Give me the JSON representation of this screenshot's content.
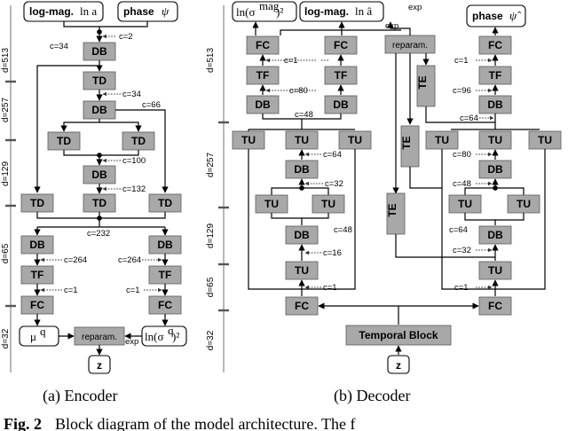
{
  "encoder": {
    "inputs": {
      "log_mag": "log-mag.",
      "log_mag_sym": "ln a",
      "phase": "phase",
      "phase_sym": "ψ"
    },
    "blocks": {
      "db": "DB",
      "td": "TD",
      "tf": "TF",
      "fc": "FC"
    },
    "channels": {
      "c2": "c=2",
      "c34": "c=34",
      "c66": "c=66",
      "c100": "c=100",
      "c132": "c=132",
      "c232": "c=232",
      "c264": "c=264",
      "c1": "c=1"
    },
    "depth": {
      "d513": "d=513",
      "d257": "d=257",
      "d129": "d=129",
      "d65": "d=65",
      "d32": "d=32"
    },
    "outputs": {
      "mu": "μ",
      "mu_sup": "q",
      "reparam": "reparam.",
      "exp": "exp",
      "sigma": "ln(σ",
      "sigma_sup": "q",
      "sigma_tail": ")²",
      "z": "z"
    },
    "caption": "(a) Encoder"
  },
  "decoder": {
    "top": {
      "sigma_mag": "ln(σ",
      "sigma_mag_sup": "mag",
      "sigma_mag_tail": ")²",
      "log_mag": "log-mag.",
      "log_mag_sym": "ln â",
      "phase": "phase",
      "phase_sym": "ψ̂",
      "exp": "exp"
    },
    "blocks": {
      "fc": "FC",
      "tf": "TF",
      "db": "DB",
      "tu": "TU",
      "te": "TE",
      "reparam": "reparam.",
      "temporal": "Temporal Block"
    },
    "channels": {
      "c1": "c=1",
      "c80": "c=80",
      "c48": "c=48",
      "c64": "c=64",
      "c32": "c=32",
      "c16": "c=16",
      "c96": "c=96"
    },
    "depth": {
      "d513": "d=513",
      "d257": "d=257",
      "d129": "d=129",
      "d65": "d=65",
      "d32": "d=32"
    },
    "z": "z",
    "caption": "(b) Decoder"
  },
  "figure_caption": {
    "label": "Fig. 2",
    "text": "Block diagram of the model architecture. The f"
  }
}
